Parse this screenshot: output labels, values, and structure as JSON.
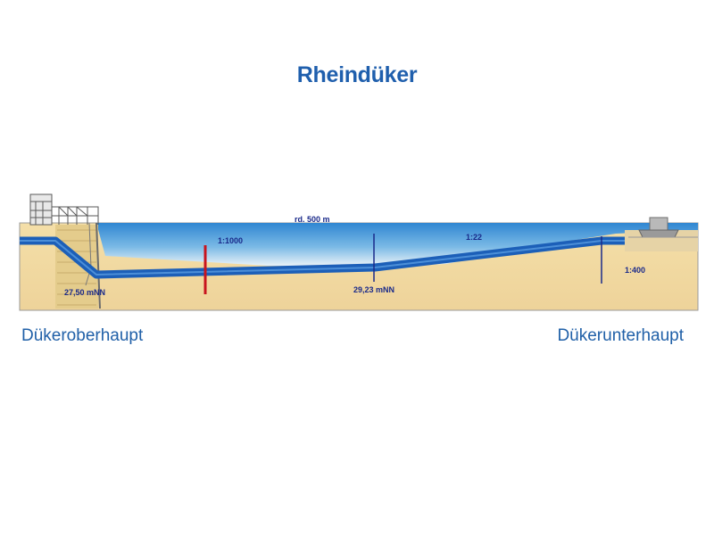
{
  "title": "Rheindüker",
  "labels": {
    "length": "rd. 500 m",
    "slope_left": "1:1000",
    "slope_mid": "1:22",
    "slope_right": "1:400",
    "level_left": "27,50 mNN",
    "level_mid": "29,23 mNN"
  },
  "side_labels": {
    "left": "Dükeroberhaupt",
    "right": "Dükerunterhaupt"
  },
  "colors": {
    "title": "#1f5fad",
    "pipe": "#1c5fb8",
    "water": "#3d8fd6",
    "sand": "#f2dba0",
    "marker_red": "#c8141e",
    "marker_navy": "#1a2a8a"
  }
}
